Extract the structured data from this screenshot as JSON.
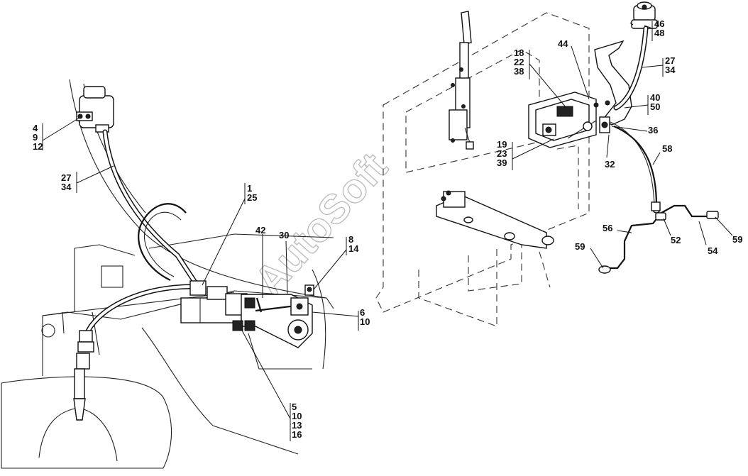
{
  "watermark": "AutoSoft",
  "callouts": [
    {
      "id": "c-4-9-12",
      "lines": [
        "4",
        "9",
        "12"
      ]
    },
    {
      "id": "c-27-34-left",
      "lines": [
        "27",
        "34"
      ]
    },
    {
      "id": "c-1-25",
      "lines": [
        "1",
        "25"
      ]
    },
    {
      "id": "c-42",
      "lines": [
        "42"
      ]
    },
    {
      "id": "c-30",
      "lines": [
        "30"
      ]
    },
    {
      "id": "c-8-14",
      "lines": [
        "8",
        "14"
      ]
    },
    {
      "id": "c-6-10",
      "lines": [
        "6",
        "10"
      ]
    },
    {
      "id": "c-5-10-13-16",
      "lines": [
        "5",
        "10",
        "13",
        "16"
      ]
    },
    {
      "id": "c-18-22-38",
      "lines": [
        "18",
        "22",
        "38"
      ]
    },
    {
      "id": "c-44",
      "lines": [
        "44"
      ]
    },
    {
      "id": "c-19-23-39",
      "lines": [
        "19",
        "23",
        "39"
      ]
    },
    {
      "id": "c-46-48",
      "lines": [
        "46",
        "48"
      ]
    },
    {
      "id": "c-27-34-right",
      "lines": [
        "27",
        "34"
      ]
    },
    {
      "id": "c-40-50",
      "lines": [
        "40",
        "50"
      ]
    },
    {
      "id": "c-36",
      "lines": [
        "36"
      ]
    },
    {
      "id": "c-32",
      "lines": [
        "32"
      ]
    },
    {
      "id": "c-58",
      "lines": [
        "58"
      ]
    },
    {
      "id": "c-56",
      "lines": [
        "56"
      ]
    },
    {
      "id": "c-52",
      "lines": [
        "52"
      ]
    },
    {
      "id": "c-54",
      "lines": [
        "54"
      ]
    },
    {
      "id": "c-59-left",
      "lines": [
        "59"
      ]
    },
    {
      "id": "c-59-right",
      "lines": [
        "59"
      ]
    }
  ]
}
